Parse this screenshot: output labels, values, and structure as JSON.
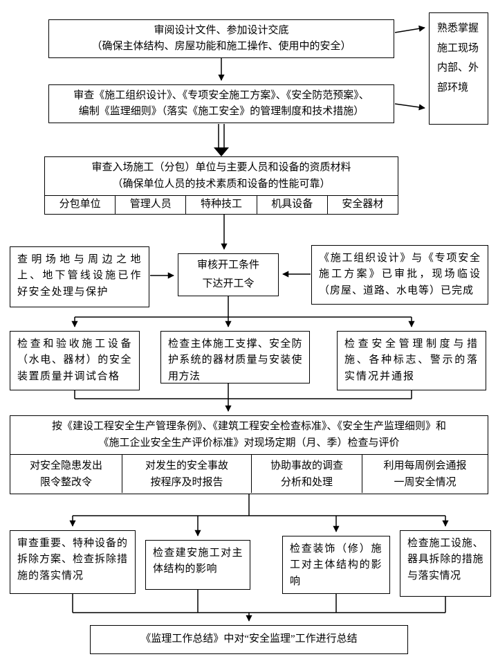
{
  "colors": {
    "line": "#000000",
    "background": "#ffffff",
    "text": "#000000"
  },
  "flow": {
    "design_review": {
      "lines": [
        "审阅设计文件、参加设计交底",
        "（确保主体结构、房屋功能和施工操作、使用中的安全）"
      ]
    },
    "site_environment": {
      "text": "熟悉掌握施工现场内部、外部环境"
    },
    "plan_review": {
      "lines": [
        "审查《施工组织设计》、《专项安全施工方案》、《安全防范预案》、",
        "编制《监理细则》（落实《施工安全》的管理制度和技术措施）"
      ]
    },
    "qualification_review": {
      "lines": [
        "审查入场施工（分包）单位与主要人员和设备的资质材料",
        "（确保单位人员的技术素质和设备的性能可靠）"
      ],
      "cells": [
        "分包单位",
        "管理人员",
        "特种技工",
        "机具设备",
        "安全器材"
      ]
    },
    "start_condition": {
      "lines": [
        "审核开工条件",
        "下达开工令"
      ]
    },
    "site_pipeline": {
      "text": "查明场地与周边之地上、地下管线设施已作好安全处理与保护"
    },
    "approval_ready": {
      "text": "《施工组织设计》与《专项安全施工方案》已审批，现场临设（房屋、道路、水电等）已完成"
    },
    "check_equipment": {
      "text": "检查和验收施工设备（水电、器材）的安全装置质量并调试合格"
    },
    "check_support": {
      "text": "检查主体施工支撑、安全防护系统的器材质量与安装使用方法"
    },
    "check_management": {
      "text": "检查安全管理制度与措施、各种标志、警示的落实情况并通报"
    },
    "periodic_inspection": {
      "lines": [
        "按《建设工程安全生产管理条例》、《建筑工程安全检查标准》、《安全生产监理细则》和",
        "《施工企业安全生产评价标准》对现场定期（月、季）检查与评价"
      ],
      "cells": [
        {
          "lines": [
            "对安全隐患发出",
            "限令整改令"
          ]
        },
        {
          "lines": [
            "对发生的安全事故",
            "按程序及时报告"
          ]
        },
        {
          "lines": [
            "协助事故的调查",
            "分析和处理"
          ]
        },
        {
          "lines": [
            "利用每周例会通报",
            "一周安全情况"
          ]
        }
      ]
    },
    "review_demolition": {
      "text": "审查重要、特种设备的拆除方案、检查拆除措施的落实情况"
    },
    "check_construction_impact": {
      "text": "检查建安施工对主体结构的影响"
    },
    "check_decoration_impact": {
      "text": "检查装饰（修）施工对主体结构的影响"
    },
    "check_facility_removal": {
      "text": "检查施工设施、器具拆除的措施与落实情况"
    },
    "summary": {
      "text": "《监理工作总结》中对“安全监理”工作进行总结"
    }
  }
}
